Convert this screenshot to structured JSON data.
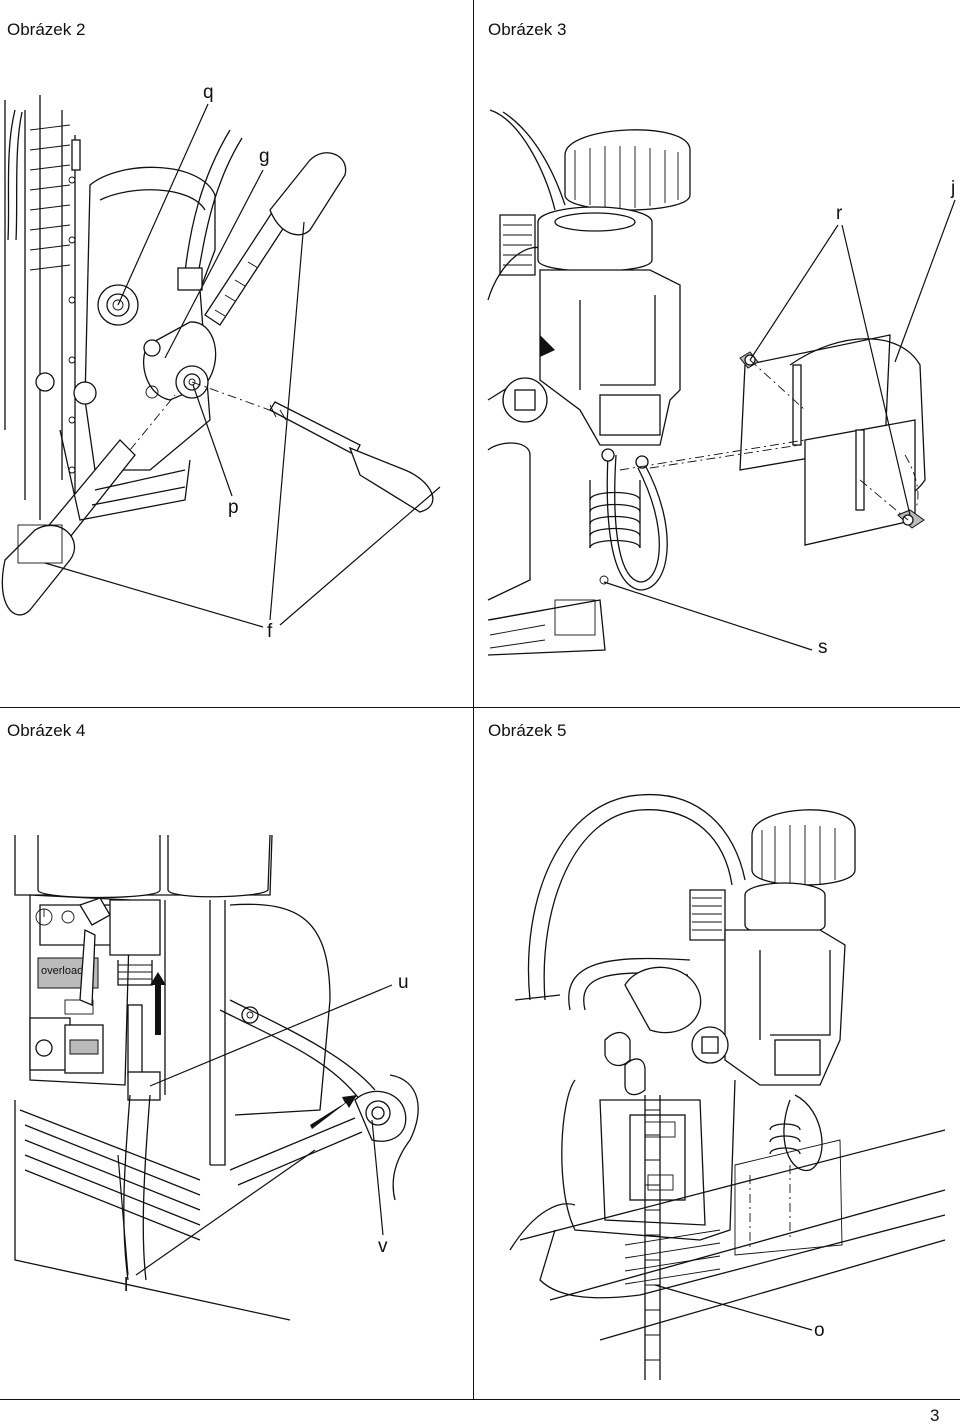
{
  "figures": [
    {
      "caption": "Obrázek 2",
      "labels": {
        "q": "q",
        "g": "g",
        "p": "p",
        "f": "f"
      }
    },
    {
      "caption": "Obrázek 3",
      "labels": {
        "r": "r",
        "j": "j",
        "s": "s"
      }
    },
    {
      "caption": "Obrázek 4",
      "labels": {
        "u": "u",
        "v": "v",
        "l": "l"
      },
      "panel_text": "overload"
    },
    {
      "caption": "Obrázek 5",
      "labels": {
        "o": "o"
      }
    }
  ],
  "page_number": "3"
}
